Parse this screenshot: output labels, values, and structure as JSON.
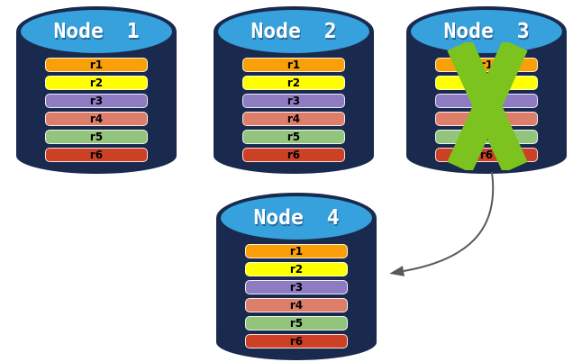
{
  "colors": {
    "background": "#FFFFFF",
    "cylinder_body": "#192A4E",
    "cylinder_top": "#36A1DC",
    "node_label_text": "#FFFFFF",
    "bar_text": "#000000",
    "x_mark": "#7CC320",
    "arrow": "#595959"
  },
  "nodes": [
    {
      "label": "Node 1",
      "failed": false,
      "replicas": [
        {
          "label": "r1",
          "color": "#F9A008"
        },
        {
          "label": "r2",
          "color": "#FFFF00"
        },
        {
          "label": "r3",
          "color": "#8E7CC3"
        },
        {
          "label": "r4",
          "color": "#DD7E6B"
        },
        {
          "label": "r5",
          "color": "#93C47D"
        },
        {
          "label": "r6",
          "color": "#CC4125"
        }
      ]
    },
    {
      "label": "Node 2",
      "failed": false,
      "replicas": [
        {
          "label": "r1",
          "color": "#F9A008"
        },
        {
          "label": "r2",
          "color": "#FFFF00"
        },
        {
          "label": "r3",
          "color": "#8E7CC3"
        },
        {
          "label": "r4",
          "color": "#DD7E6B"
        },
        {
          "label": "r5",
          "color": "#93C47D"
        },
        {
          "label": "r6",
          "color": "#CC4125"
        }
      ]
    },
    {
      "label": "Node 3",
      "failed": true,
      "replicas": [
        {
          "label": "r1",
          "color": "#F9A008"
        },
        {
          "label": "r2",
          "color": "#FFFF00"
        },
        {
          "label": "r3",
          "color": "#8E7CC3"
        },
        {
          "label": "r4",
          "color": "#DD7E6B"
        },
        {
          "label": "r5",
          "color": "#93C47D"
        },
        {
          "label": "r6",
          "color": "#CC4125"
        }
      ]
    },
    {
      "label": "Node 4",
      "failed": false,
      "replicas": [
        {
          "label": "r1",
          "color": "#F9A008"
        },
        {
          "label": "r2",
          "color": "#FFFF00"
        },
        {
          "label": "r3",
          "color": "#8E7CC3"
        },
        {
          "label": "r4",
          "color": "#DD7E6B"
        },
        {
          "label": "r5",
          "color": "#93C47D"
        },
        {
          "label": "r6",
          "color": "#CC4125"
        }
      ]
    }
  ],
  "failure_mark": {
    "node": "Node 3",
    "shape": "x-cross",
    "color": "#7CC320"
  },
  "arrow": {
    "from": "Node 3",
    "to": "Node 4",
    "color": "#595959"
  }
}
